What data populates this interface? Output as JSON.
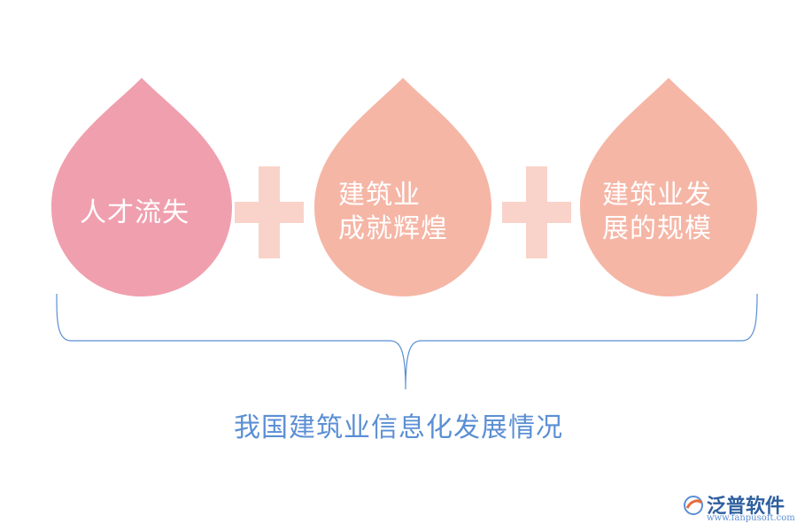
{
  "drops": [
    {
      "lines": [
        "人才流失"
      ],
      "color": "#f09fae"
    },
    {
      "lines": [
        "建筑业",
        "成就辉煌"
      ],
      "color": "#f5b6a6"
    },
    {
      "lines": [
        "建筑业发",
        "展的规模"
      ],
      "color": "#f5b6a6"
    }
  ],
  "plus_color": "#f9d3c9",
  "brace_color": "#5b8fd4",
  "caption": "我国建筑业信息化发展情况",
  "logo": {
    "name": "泛普软件",
    "url": "www.fanpusoft.com",
    "icon": "fanpu-logo-icon"
  }
}
